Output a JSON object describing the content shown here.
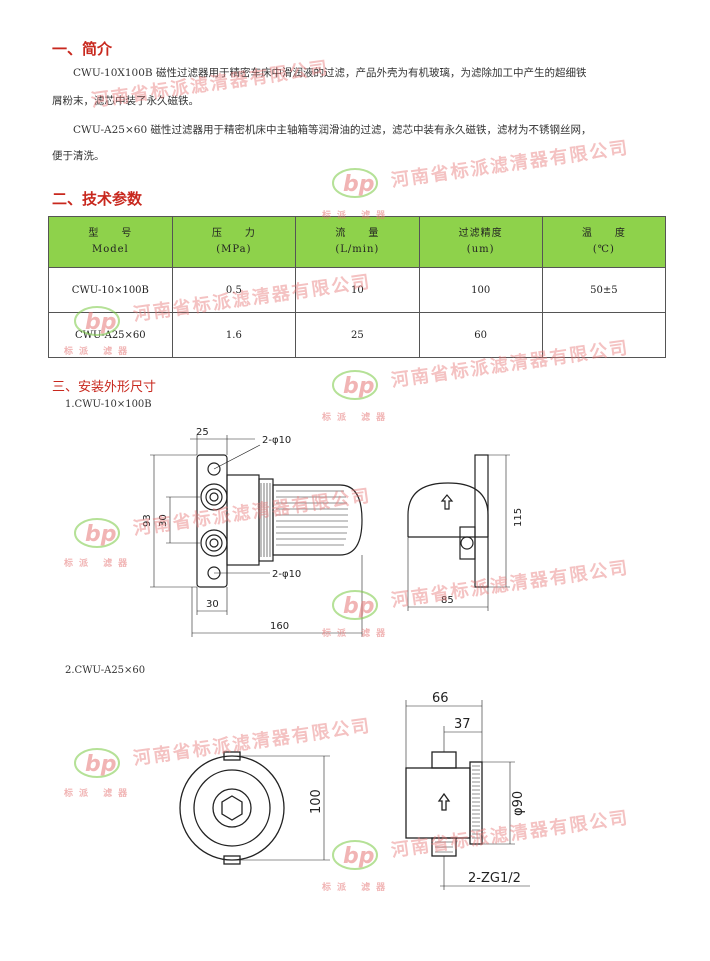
{
  "section1": {
    "title": "一、简介",
    "para1a": "CWU-10X100B 磁性过滤器用于精密车床中滑润液的过滤，产品外壳为有机玻璃，为滤除加工中产生的超细铁",
    "para1b": "屑粉末，滤芯中装了永久磁铁。",
    "para2a": "CWU-A25×60 磁性过滤器用于精密机床中主轴箱等润滑油的过滤，滤芯中装有永久磁铁，滤材为不锈钢丝网，",
    "para2b": "便于清洗。"
  },
  "section2": {
    "title": "二、技术参数",
    "headers": [
      {
        "cn": "型　　号",
        "en": "Model"
      },
      {
        "cn": "压　　力",
        "en": "(MPa)"
      },
      {
        "cn": "流　　量",
        "en": "(L/min)"
      },
      {
        "cn": "过滤精度",
        "en": "(um)"
      },
      {
        "cn": "温　　度",
        "en": "(℃)"
      }
    ],
    "rows": [
      [
        "CWU-10×100B",
        "0.5",
        "10",
        "100",
        "50±5"
      ],
      [
        "CWU-A25×60",
        "1.6",
        "25",
        "60",
        ""
      ]
    ]
  },
  "section3": {
    "title": "三、安装外形尺寸",
    "sub1": "1.CWU-10×100B",
    "sub2": "2.CWU-A25×60"
  },
  "drawing1": {
    "dim_25": "25",
    "dim_hole_top": "2-φ10",
    "dim_hole_bottom": "2-φ10",
    "dim_93": "93",
    "dim_30_v": "30",
    "dim_30_h": "30",
    "dim_160": "160",
    "dim_115": "115",
    "dim_85": "85"
  },
  "drawing2": {
    "dim_66": "66",
    "dim_37": "37",
    "dim_100": "100",
    "dim_90": "φ90",
    "dim_zg": "2-ZG1/2"
  },
  "watermark": {
    "company": "河南省标派滤清器有限公司",
    "logo_text": "bp",
    "logo_sub": "标派 滤器"
  },
  "colors": {
    "heading_red": "#c8281e",
    "table_header_green": "#8ed24b",
    "watermark_red": "#e67878"
  }
}
